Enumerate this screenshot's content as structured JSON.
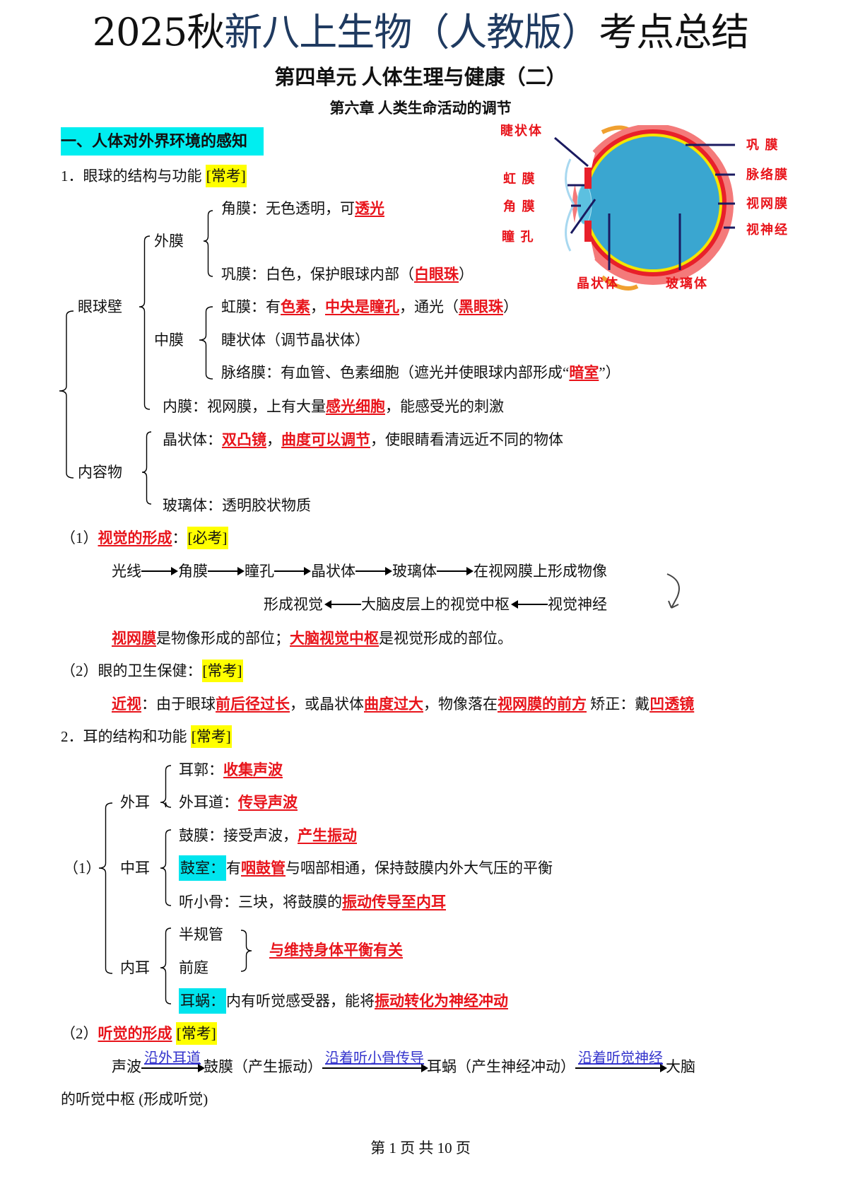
{
  "title": {
    "pre": "2025秋",
    "mid": "新八上生物（人教版）",
    "post": "考点总结"
  },
  "unit": "第四单元 人体生理与健康（二）",
  "chapter": "第六章 人类生命活动的调节",
  "section": "一、人体对外界环境的感知",
  "eye_diagram": {
    "labels": {
      "ciliary": "睫状体",
      "iris": "虹 膜",
      "cornea": "角 膜",
      "pupil": "瞳 孔",
      "lens": "晶状体",
      "vitreous": "玻璃体",
      "sclera": "巩 膜",
      "choroid": "脉络膜",
      "retina": "视网膜",
      "optic_nerve": "视神经"
    },
    "colors": {
      "outer": "#f07070",
      "red": "#e8202a",
      "yellow": "#f4e400",
      "blue": "#3aa6d0",
      "label": "#e8141b"
    }
  },
  "content": {
    "eye_head": [
      [
        "1．眼球的结构与功能 ",
        "n"
      ],
      [
        "[常考]",
        "y"
      ]
    ],
    "cornea": [
      [
        "角膜：无色透明，可",
        "n"
      ],
      [
        "透光",
        "r"
      ]
    ],
    "waimo": [
      [
        "外膜",
        "n"
      ]
    ],
    "gongmo": [
      [
        "巩膜：白色，保护眼球内部（",
        "n"
      ],
      [
        "白眼珠",
        "r"
      ],
      [
        "）",
        "n"
      ]
    ],
    "yanqiubi": [
      [
        "眼球壁",
        "n"
      ]
    ],
    "hongmo": [
      [
        "虹膜：有",
        "n"
      ],
      [
        "色素",
        "r"
      ],
      [
        "，",
        "n"
      ],
      [
        "中央是瞳孔",
        "r"
      ],
      [
        "，通光（",
        "n"
      ],
      [
        "黑眼珠",
        "r"
      ],
      [
        "）",
        "n"
      ]
    ],
    "zhongmo": [
      [
        "中膜",
        "n"
      ]
    ],
    "jiezhuangti": [
      [
        "睫状体（调节晶状体）",
        "n"
      ]
    ],
    "maluomo": [
      [
        "脉络膜：有血管、色素细胞（遮光并使眼球内部形成“",
        "n"
      ],
      [
        "暗室",
        "r"
      ],
      [
        "”）",
        "n"
      ]
    ],
    "neimo": [
      [
        "内膜：视网膜，上有大量",
        "n"
      ],
      [
        "感光细胞",
        "r"
      ],
      [
        "，能感受光的刺激",
        "n"
      ]
    ],
    "jingzhuangti": [
      [
        "晶状体：",
        "n"
      ],
      [
        "双凸镜",
        "r"
      ],
      [
        "，",
        "n"
      ],
      [
        "曲度可以调节",
        "r"
      ],
      [
        "，使眼睛看清远近不同的物体",
        "n"
      ]
    ],
    "neirongwu": [
      [
        "内容物",
        "n"
      ]
    ],
    "boliti": [
      [
        "玻璃体：透明胶状物质",
        "n"
      ]
    ],
    "vision_head": [
      [
        "（1）",
        "n"
      ],
      [
        "视觉的形成",
        "r"
      ],
      [
        "：",
        "n"
      ],
      [
        "[必考]",
        "y"
      ]
    ],
    "vision_note": [
      [
        "视网膜",
        "r"
      ],
      [
        "是物像形成的部位；",
        "n"
      ],
      [
        "大脑视觉中枢",
        "r"
      ],
      [
        "是视觉形成的部位。",
        "n"
      ]
    ],
    "hygiene_head": [
      [
        "（2）眼的卫生保健：",
        "n"
      ],
      [
        "[常考]",
        "y"
      ]
    ],
    "myopia": [
      [
        "近视",
        "r"
      ],
      [
        "：由于眼球",
        "n"
      ],
      [
        "前后径过长",
        "r"
      ],
      [
        "，或晶状体",
        "n"
      ],
      [
        "曲度过大",
        "r"
      ],
      [
        "，物像落在",
        "n"
      ],
      [
        "视网膜的前方",
        "r"
      ],
      [
        " 矫正：戴",
        "n"
      ],
      [
        "凹透镜",
        "r"
      ]
    ],
    "ear_head": [
      [
        "2．耳的结构和功能 ",
        "n"
      ],
      [
        "[常考]",
        "y"
      ]
    ],
    "erguo": [
      [
        "耳郭：",
        "n"
      ],
      [
        "收集声波",
        "r"
      ]
    ],
    "waier": [
      [
        "外耳",
        "n"
      ]
    ],
    "waierdao": [
      [
        "外耳道：",
        "n"
      ],
      [
        "传导声波",
        "r"
      ]
    ],
    "gumo": [
      [
        "鼓膜：接受声波，",
        "n"
      ],
      [
        "产生振动",
        "r"
      ]
    ],
    "ear_one": [
      [
        "（1）",
        "n"
      ]
    ],
    "zhonger": [
      [
        "中耳",
        "n"
      ]
    ],
    "gushi": [
      [
        "鼓室：",
        "c"
      ],
      [
        "有",
        "n"
      ],
      [
        "咽鼓管",
        "r"
      ],
      [
        "与咽部相通，保持鼓膜内外大气压的平衡",
        "n"
      ]
    ],
    "tingxiaogu": [
      [
        "听小骨：三块，将鼓膜的",
        "n"
      ],
      [
        "振动传导至内耳",
        "r"
      ]
    ],
    "banguiguan": [
      [
        "半规管",
        "n"
      ]
    ],
    "balance": [
      [
        "与维持身体平衡有关",
        "r"
      ]
    ],
    "qianting": [
      [
        "前庭",
        "n"
      ]
    ],
    "neier": [
      [
        "内耳",
        "n"
      ]
    ],
    "erwo": [
      [
        "耳蜗：",
        "c"
      ],
      [
        "内有听觉感受器，能将",
        "n"
      ],
      [
        "振动转化为神经冲动",
        "r"
      ]
    ],
    "hearing_head": [
      [
        "（2）",
        "n"
      ],
      [
        "听觉的形成",
        "r"
      ],
      [
        " ",
        "n"
      ],
      [
        "[常考]",
        "y"
      ]
    ],
    "hearing_tail": [
      [
        "的听觉中枢 (形成听觉)",
        "n"
      ]
    ]
  },
  "vision_flow": {
    "forward": [
      "光线",
      "角膜",
      "瞳孔",
      "晶状体",
      "玻璃体",
      "在视网膜上形成物像"
    ],
    "backward": [
      "形成视觉",
      "大脑皮层上的视觉中枢",
      "视觉神经"
    ]
  },
  "hearing_flow": {
    "nodes": [
      "声波",
      "鼓膜（产生振动）",
      "耳蜗（产生神经冲动）",
      "大脑"
    ],
    "labels": [
      "沿外耳道",
      "沿着听小骨传导",
      "沿着听觉神经"
    ]
  },
  "footer": "第 1 页 共 10 页"
}
